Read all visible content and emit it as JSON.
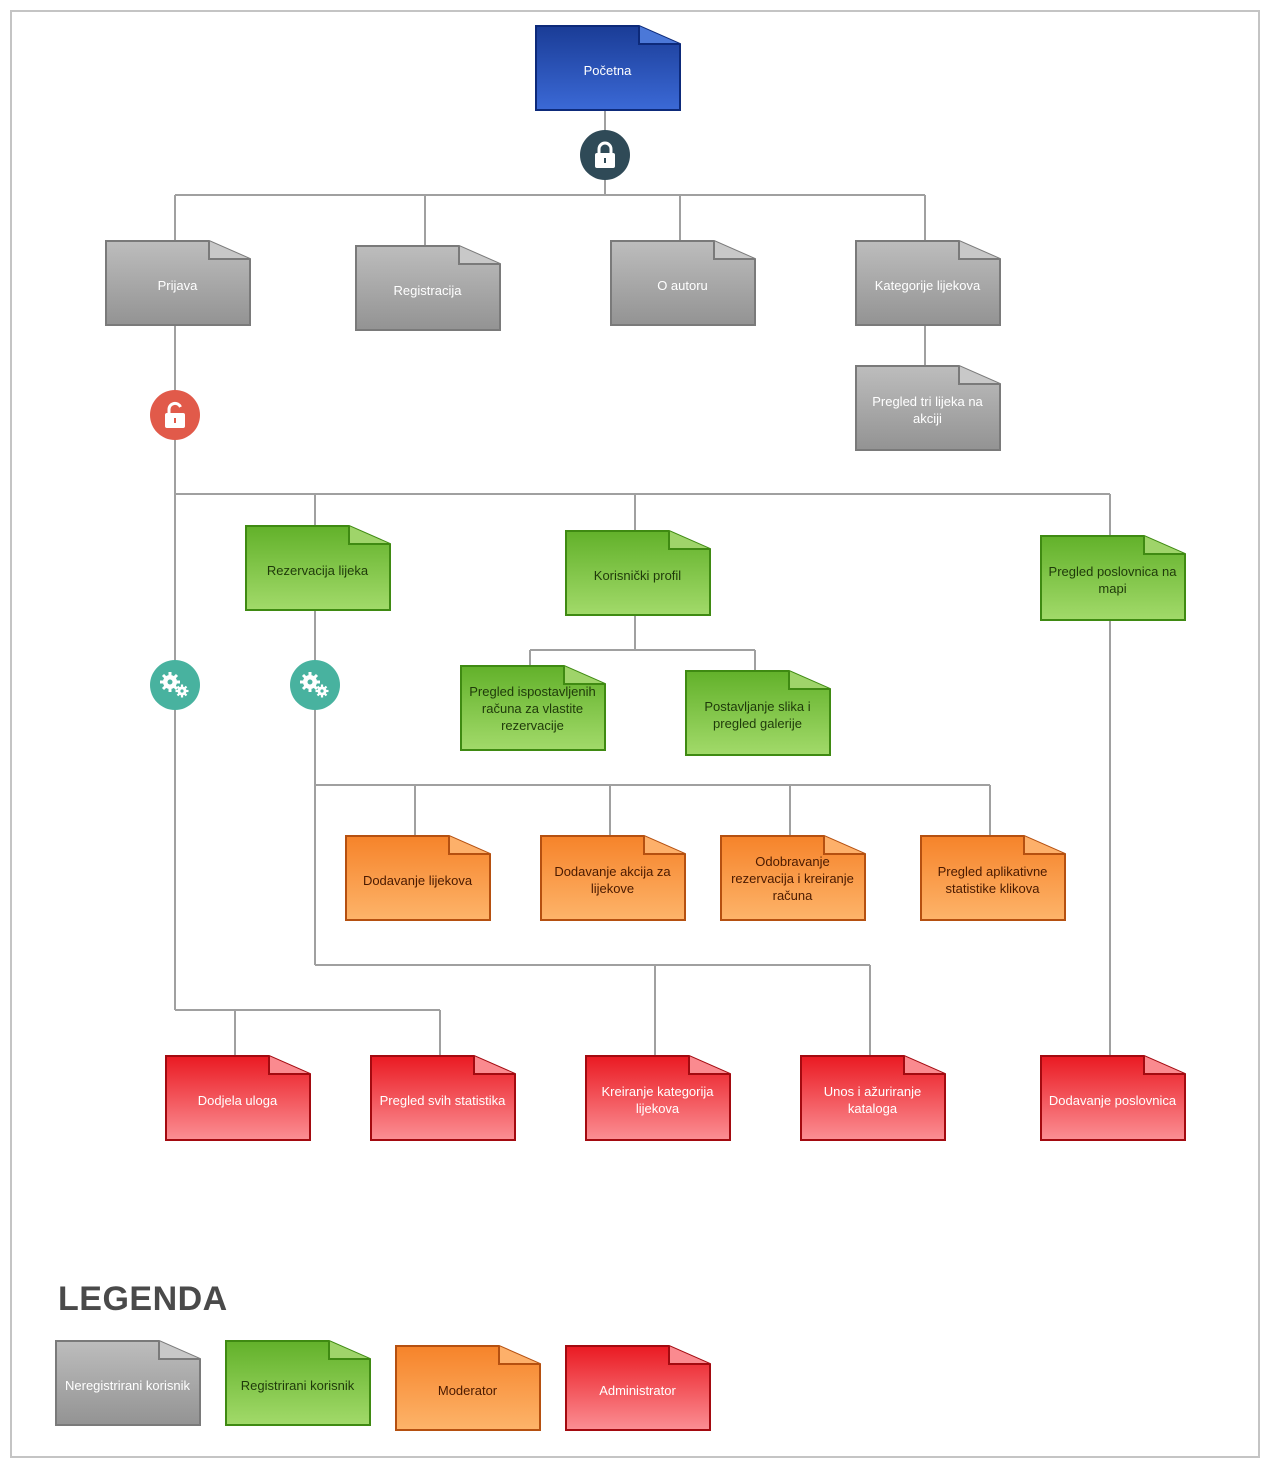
{
  "root": {
    "label": "Početna"
  },
  "public_pages": [
    {
      "label": "Prijava"
    },
    {
      "label": "Registracija"
    },
    {
      "label": "O autoru"
    },
    {
      "label": "Kategorije lijekova"
    }
  ],
  "public_subpages": [
    {
      "label": "Pregled tri lijeka na akciji"
    }
  ],
  "registered_pages": [
    {
      "label": "Rezervacija lijeka"
    },
    {
      "label": "Korisnički profil"
    },
    {
      "label": "Pregled poslovnica na mapi"
    },
    {
      "label": "Pregled ispostavljenih računa za vlastite rezervacije"
    },
    {
      "label": "Postavljanje slika i pregled galerije"
    }
  ],
  "moderator_pages": [
    {
      "label": "Dodavanje lijekova"
    },
    {
      "label": "Dodavanje akcija za lijekove"
    },
    {
      "label": "Odobravanje rezervacija i kreiranje računa"
    },
    {
      "label": "Pregled aplikativne statistike klikova"
    }
  ],
  "admin_pages": [
    {
      "label": "Dodjela uloga"
    },
    {
      "label": "Pregled svih statistika"
    },
    {
      "label": "Kreiranje kategorija lijekova"
    },
    {
      "label": "Unos i ažuriranje kataloga"
    },
    {
      "label": "Dodavanje poslovnica"
    }
  ],
  "icons": {
    "locked": "lock-icon",
    "unlocked": "unlock-icon",
    "gears": "gears-icon"
  },
  "legend": {
    "title": "LEGENDA",
    "items": [
      {
        "label": "Neregistrirani korisnik",
        "color": "gray"
      },
      {
        "label": "Registrirani korisnik",
        "color": "green"
      },
      {
        "label": "Moderator",
        "color": "orange"
      },
      {
        "label": "Administrator",
        "color": "red"
      }
    ]
  },
  "colors": {
    "blue": "#1f3f9e",
    "gray": "#a6a6a6",
    "green": "#77c23a",
    "orange": "#f89a3a",
    "red": "#ee1c24",
    "lock_circle": "#2f4a57",
    "unlock_circle": "#e15a4a",
    "gears_circle": "#48b29f",
    "connector": "#a0a0a0"
  }
}
